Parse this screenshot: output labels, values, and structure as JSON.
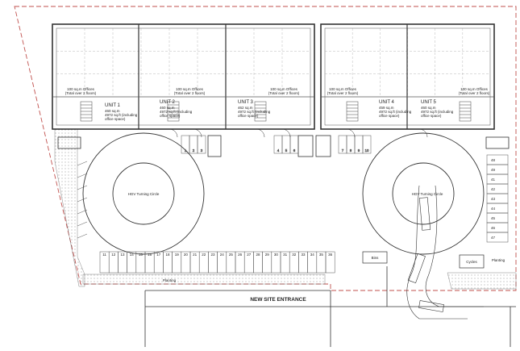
{
  "units": [
    {
      "name": "UNIT 1",
      "area": "460 sq.m",
      "area_ft": "4972 sq.ft (including",
      "area_note": "office space)",
      "office": "100 sq.m Offices",
      "office_note": "(Total over 2 floors)"
    },
    {
      "name": "UNIT 2",
      "area": "460 sq.m",
      "area_ft": "4972 sq.ft (including",
      "area_note": "office space)",
      "office": "100 sq.m Offices",
      "office_note": "(Total over 2 floors)"
    },
    {
      "name": "UNIT 3",
      "area": "462 sq.m",
      "area_ft": "4972 sq.ft (including",
      "area_note": "office space)",
      "office": "100 sq.m Offices",
      "office_note": "(Total over 2 floors)"
    },
    {
      "name": "UNIT 4",
      "area": "459 sq.m",
      "area_ft": "4972 sq.ft (including",
      "area_note": "office space)",
      "office": "100 sq.m Offices",
      "office_note": "(Total over 2 floors)"
    },
    {
      "name": "UNIT 5",
      "area": "460 sq.m",
      "area_ft": "4972 sq.ft (including",
      "area_note": "office space)",
      "office": "100 sq.m Offices",
      "office_note": "(Total over 2 floors)"
    }
  ],
  "turning_circle_label": "HGV Turning Circle",
  "entrance_label": "NEW SITE ENTRANCE",
  "bins_label": "Bins",
  "cycles_label": "Cycles",
  "planting_label": "Planting",
  "bottom_parking": [
    "11",
    "12",
    "13",
    "14",
    "15",
    "16",
    "17",
    "18",
    "19",
    "20",
    "21",
    "22",
    "23",
    "24",
    "25",
    "26",
    "27",
    "28",
    "29",
    "30",
    "31",
    "32",
    "33",
    "34",
    "35",
    "36"
  ],
  "right_parking": [
    "48",
    "49",
    "41",
    "42",
    "43",
    "44",
    "45",
    "46",
    "47"
  ],
  "front_parking": [
    "1",
    "2",
    "3",
    "4",
    "5",
    "6",
    "7",
    "8",
    "9",
    "10"
  ],
  "colors": {
    "line": "#333333",
    "dash": "#c0504d",
    "grid": "#9a9a9a",
    "hatch": "#bbbbbb"
  }
}
